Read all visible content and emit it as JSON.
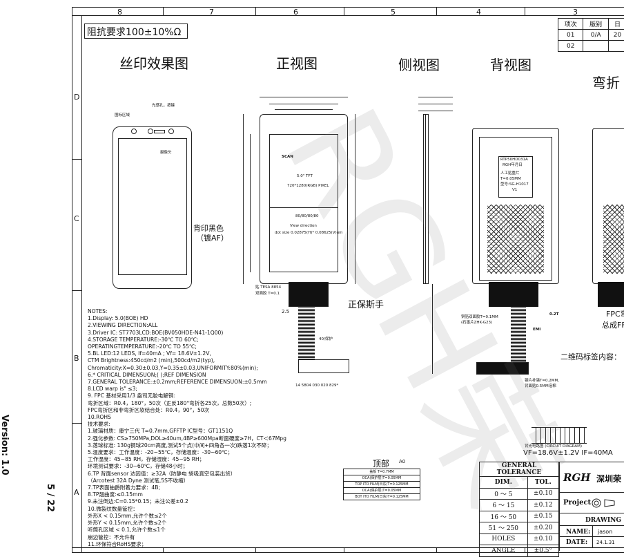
{
  "sheet": {
    "columns": [
      "8",
      "7",
      "6",
      "5",
      "4",
      "3"
    ],
    "rows": [
      "D",
      "C",
      "B",
      "A"
    ],
    "side_version": "Version: 1.0",
    "side_page": "5 / 22"
  },
  "impedance": "阻抗要求100±10%Ω",
  "view_titles": {
    "silk": "丝印效果图",
    "front": "正视图",
    "side": "侧视图",
    "back": "背视图",
    "bend": "弯折"
  },
  "revision_table": {
    "headers": [
      "项次",
      "版别",
      "日"
    ],
    "rows": [
      [
        "01",
        "0/A",
        "20"
      ],
      [
        "02",
        "",
        ""
      ]
    ]
  },
  "front_view": {
    "panel_text": [
      "SCAN",
      "5.0\" TFT",
      "720*1280(RGB) PIXEL",
      "80/80/80/80",
      "View direction",
      "dot size 0.02875(H)*  0.08625(V)um"
    ],
    "tape_note": [
      "贴  TESA 8854",
      "双面胶  T=0.1"
    ],
    "protect_label": "正保斯手",
    "dim_left": "2.5",
    "cable_label": "40/保护",
    "part_no": "14 5804 030 020 829*"
  },
  "silk_view": {
    "back_label": "背印黑色",
    "back_sub": "（镀AF）",
    "notes": [
      "图标区域",
      "光感孔，按键",
      "摄像头"
    ]
  },
  "back_view": {
    "sticker": [
      "RTP50HD031A",
      "RGH年月日",
      "人工贴重片",
      "T=0.05MM",
      "型号:SG-H1017",
      "V1"
    ],
    "notes": [
      "铜箔双面胶T=0.1MM",
      "(石墨片ZHK-G23)",
      "钢片补强T=0.2MM,",
      "背面贴0.5MM泡棉"
    ],
    "dim": "0.2T",
    "em": "EMI",
    "fpc_bl": "背光电路图  (CIRCUIT DIAGRAM)",
    "fpc_vf": "VF=18.6V±1.2V   IF=40MA"
  },
  "bend_view": {
    "fpc": "FPC弯",
    "total": "总成FF",
    "qr": "二维码标签内容："
  },
  "top_view": {
    "title": "顶部",
    "sub": "A0",
    "layers": [
      "盖板 T=0.7MM",
      "OCA(保护层)T=0.05MM",
      "TOP ITO FILM(日东)T=0.125MM",
      "OCA(保护层)T=0.05MM",
      "BOT ITO FILM(日东)T=0.125MM"
    ]
  },
  "notes": [
    "NOTES:",
    "1.Display: 5.0(BOE) HD",
    "2.VIEWING DIRECTION:ALL",
    "3.Driver IC:   ST7703LCD:BOE(BV050HDE-N41-1Q00)",
    "4.STORAGE TEMPERATURE:-30℃ TO 60℃;",
    "   OPERATINGTEMPERATURE:-20℃ TO 55℃;",
    "5.BL LED:12 LEDS, If=40mA ; Vf= 18.6V±1.2V,",
    "   CTM Brightness:450cd/m2 (min),500cd/m2(typ),",
    "   Chromaticity:X=0.30±0.03,Y=0.35±0.03,UNIFORMITY:80%(min);",
    "6.* CRITICAL DIMENSUON;( );REF DIMENSION",
    "7.GENERAL TOLERANCE:±0.2mm;REFERENCE DIMENSUON:±0.5mm",
    "8.LCD warp is\"  ≤3;",
    "9. FPC 基材采用1/3 盎司无胶电解铜:",
    "  弯折区域：R0.4，180°，50次（正反180°弯折各25次，总数50次）;",
    "  FPC弯折区和非弯折区软结合处：R0.4，90°，50次",
    "10.ROHS",
    "技术要求:",
    "1.玻璃材质：康宁三代 T=0.7mm,GFFTP IC型号：GT1151Q",
    "2.强化参数: CS≥750MPa,DOL≥40um,4BP≥600Mpa断面硬度≥7H，CT＜67Mpg",
    "3.落球标准: 130g钢球20cm高度,测试5个点(中间+四角各一次)跌落1次不碎；",
    "5.温度要求：工作温度：-20~55℃，存储温度：-30~60℃；",
    "   工作湿度：45~85 RH，存储湿度：45~95 RH；",
    "   环境测试要求：-30~60℃，存储48小时；",
    "6.TP 背面sensor 达因值：≥32A（防静电 袋吸真空包装出货）",
    "  （Arcotest 32A Dyne 测试笔,5S不收缩）",
    "7.TP表面抽爵附着力要求：4B;",
    "8.TP翘曲度:≤0.15mm",
    "9.未注倒边:C=0.15*0.15；未注公差±0.2",
    "10.微裂纹数量管控：",
    "   外形X < 0.15mm,允许个数≤2个",
    "   外形Y < 0.15mm,允许个数≤2个",
    "   听筒孔区域 < 0.1,允许个数≤1个",
    "      崩边管控：不允许有",
    "11.环保符合RoHS要求；"
  ],
  "tolerance": {
    "title": "GENERAL  TOLERANCE",
    "headers": [
      "DIM.",
      "TOL."
    ],
    "rows": [
      [
        "0   ～   5",
        "±0.10"
      ],
      [
        "6   ～  15",
        "±0.12"
      ],
      [
        "16  ～  50",
        "±0.15"
      ],
      [
        "51  ～ 250",
        "±0.20"
      ],
      [
        "HOLES",
        "±0.10"
      ],
      [
        "ANGLE",
        "±0.5°"
      ]
    ]
  },
  "title_block": {
    "logo": "RGH",
    "company": "深圳荣",
    "project_label": "Project",
    "drawing": "DRAWING",
    "name_label": "NAME:",
    "name": "jason",
    "date_label": "DATE:",
    "date": "24.1.31"
  },
  "watermark": "RGH荣"
}
